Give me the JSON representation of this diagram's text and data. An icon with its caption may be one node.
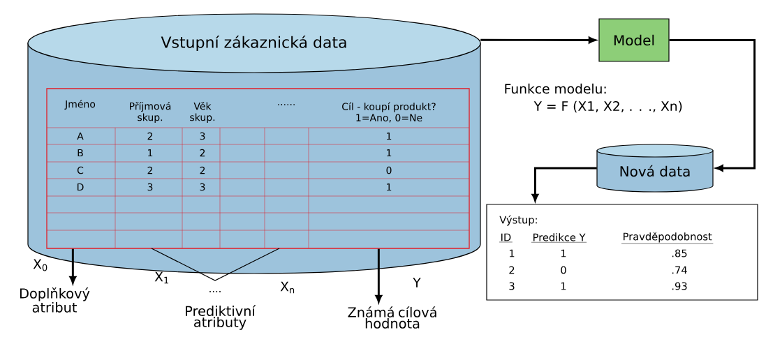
{
  "diagram": {
    "nodes": [
      {
        "text": [
          "Vstupní zákaznická data"
        ]
      },
      {
        "text": [],
        "shape": "box",
        "in": 0
      },
      {
        "text": [
          "Model"
        ]
      },
      {
        "text": [
          "Nová data"
        ]
      },
      {
        "text": [
          "Výstup:"
        ]
      },
      {
        "text": [
          "Doplňkový atribut"
        ]
      },
      {
        "text": [
          "Známá cílová hodnota"
        ]
      }
    ],
    "edges": [
      {
        "from": 0,
        "to": 2,
        "arrow": "to"
      },
      {
        "from": 2,
        "to": 3,
        "arrow": "to"
      },
      {
        "from": 3,
        "to": 4,
        "arrow": "to"
      },
      {
        "from": 1,
        "to": 5,
        "arrow": "to"
      },
      {
        "from": 1,
        "to": 6,
        "arrow": "to"
      }
    ],
    "labels": [
      "Jméno",
      "Příjmová skup.",
      "Věk skup.",
      "......",
      "Cíl - koupí produkt? 1=Ano, 0=Ne",
      "A",
      "2",
      "3",
      "1",
      "B",
      "1",
      "2",
      "1",
      "C",
      "2",
      "2",
      "0",
      "D",
      "3",
      "3",
      "1",
      "Funkce modelu:",
      "Y = F (X1, X2, . . ., Xn)",
      "ID",
      "Predikce Y",
      "Pravděpodobnost",
      "1",
      "1",
      ".85",
      "2",
      "0",
      ".74",
      "3",
      "1",
      ".93",
      "X$_{0}$",
      "X$_{1}$",
      "....",
      "X$_{n}$",
      "Y",
      "Prediktivní atributy"
    ]
  }
}
